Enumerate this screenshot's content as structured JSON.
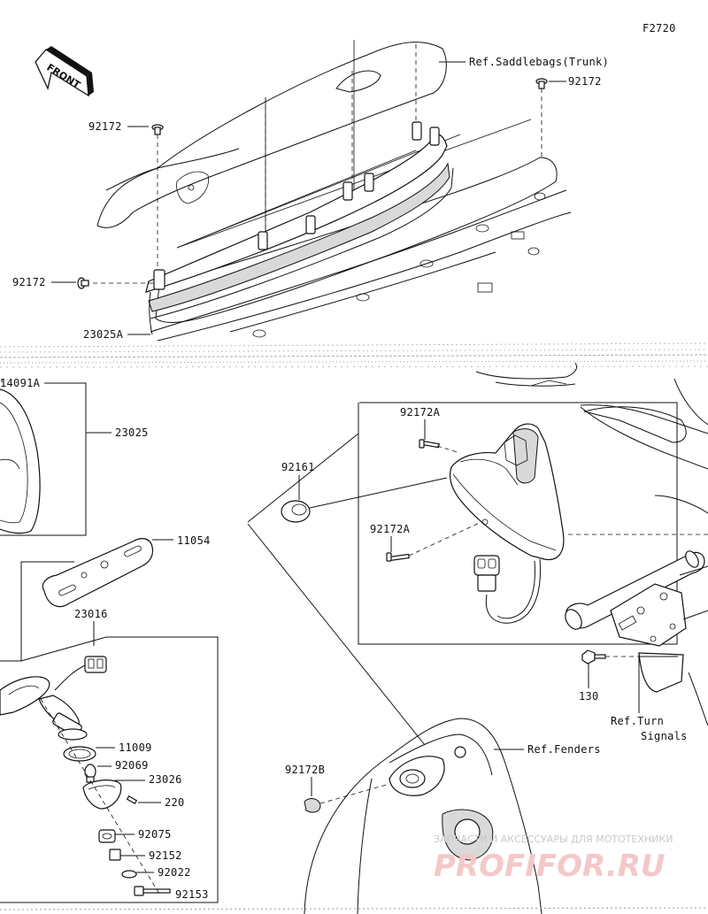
{
  "figure_code": "F2720",
  "front_label": "FRONT",
  "references": {
    "saddlebags": "Ref.Saddlebags(Trunk)",
    "fenders": "Ref.Fenders",
    "turn_signals_line1": "Ref.Turn",
    "turn_signals_line2": "Signals"
  },
  "parts": {
    "p92172_a": "92172",
    "p92172_b": "92172",
    "p92172_c": "92172",
    "p23025A": "23025A",
    "p14091A": "14091A",
    "p23025": "23025",
    "p11054": "11054",
    "p23016": "23016",
    "p11009": "11009",
    "p92069": "92069",
    "p23026": "23026",
    "p220": "220",
    "p92075": "92075",
    "p92152": "92152",
    "p92022": "92022",
    "p92153": "92153",
    "p92161": "92161",
    "p92172A_top": "92172A",
    "p92172A_bot": "92172A",
    "p92172B": "92172B",
    "p130": "130"
  },
  "watermark": {
    "line1": "ЗАПЧАСТИ И АКСЕССУАРЫ ДЛЯ МОТОТЕХНИКИ",
    "line2": "PROFIFOR.RU"
  }
}
